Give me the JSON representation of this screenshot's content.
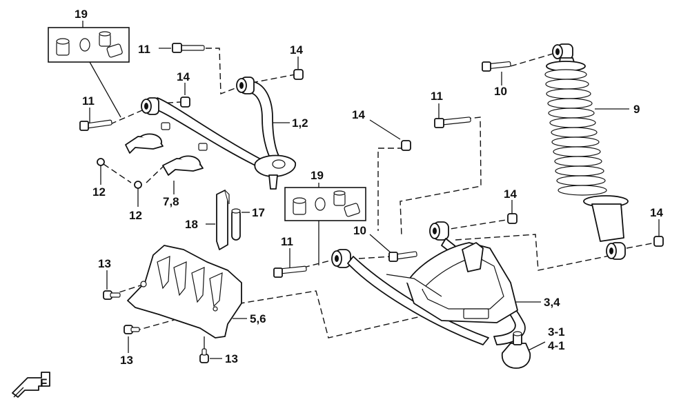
{
  "callouts": {
    "c19a": "19",
    "c19b": "19",
    "c11a": "11",
    "c11b": "11",
    "c11c": "11",
    "c11d": "11",
    "c14a": "14",
    "c14b": "14",
    "c14c": "14",
    "c14d": "14",
    "c14e": "14",
    "c12a": "12",
    "c12b": "12",
    "c78": "7,8",
    "c12": "1,2",
    "c10a": "10",
    "c10b": "10",
    "c9": "9",
    "c18": "18",
    "c17": "17",
    "c13a": "13",
    "c13b": "13",
    "c13c": "13",
    "c56": "5,6",
    "c34": "3,4",
    "c31": "3-1",
    "c41": "4-1"
  },
  "orientation_mark": {
    "letter": "F"
  },
  "colors": {
    "ink": "#111111",
    "background": "#ffffff"
  }
}
